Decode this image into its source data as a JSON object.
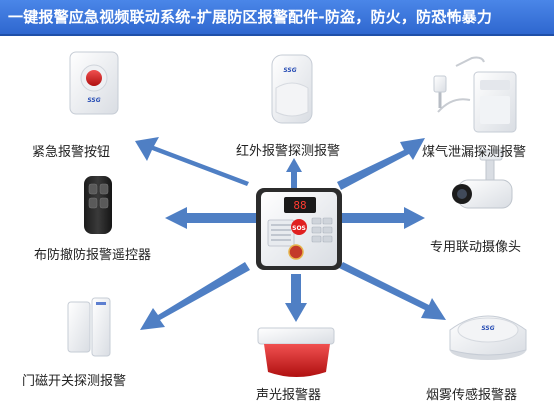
{
  "title": "一键报警应急视频联动系统-扩展防区报警配件-防盗，防火，防恐怖暴力",
  "hub": {
    "display": "88",
    "sos_label": "SOS"
  },
  "devices": [
    {
      "label": "紧急报警按钮",
      "icon": "panic-button"
    },
    {
      "label": "红外报警探测报警",
      "icon": "pir-sensor"
    },
    {
      "label": "煤气泄漏探测报警",
      "icon": "gas-detector"
    },
    {
      "label": "布防撤防报警遥控器",
      "icon": "remote-control"
    },
    {
      "label": "专用联动摄像头",
      "icon": "bullet-camera"
    },
    {
      "label": "门磁开关探测报警",
      "icon": "door-contact"
    },
    {
      "label": "声光报警器",
      "icon": "siren-strobe"
    },
    {
      "label": "烟雾传感报警器",
      "icon": "smoke-detector"
    }
  ],
  "brand_mark": "SSG",
  "colors": {
    "title_bg": "#3b73d9",
    "arrow": "#4f7fc4",
    "siren_red": "#d42020",
    "sos_red": "#e02020"
  }
}
